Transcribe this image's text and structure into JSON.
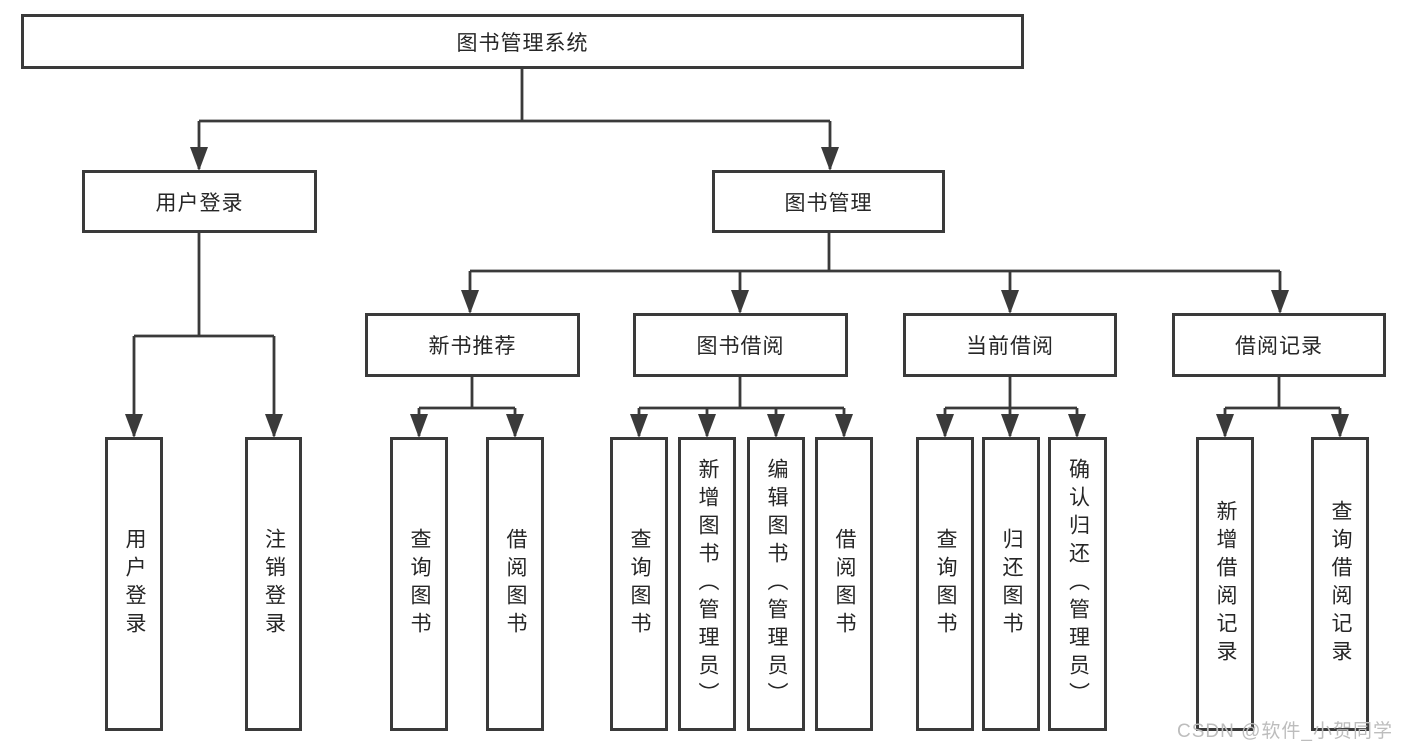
{
  "diagram": {
    "root": "图书管理系统",
    "branches": [
      {
        "label": "用户登录",
        "children": [
          "用户登录",
          "注销登录"
        ]
      },
      {
        "label": "图书管理",
        "sections": [
          {
            "label": "新书推荐",
            "children": [
              "查询图书",
              "借阅图书"
            ]
          },
          {
            "label": "图书借阅",
            "children": [
              "查询图书",
              "新增图书（管理员）",
              "编辑图书（管理员）",
              "借阅图书"
            ]
          },
          {
            "label": "当前借阅",
            "children": [
              "查询图书",
              "归还图书",
              "确认归还（管理员）"
            ]
          },
          {
            "label": "借阅记录",
            "children": [
              "新增借阅记录",
              "查询借阅记录"
            ]
          }
        ]
      }
    ]
  },
  "watermark": "CSDN @软件_小贺同学",
  "colors": {
    "line": "#3a3a3a",
    "text": "#262626",
    "watermark": "#bdbdbd",
    "background": "#ffffff"
  }
}
